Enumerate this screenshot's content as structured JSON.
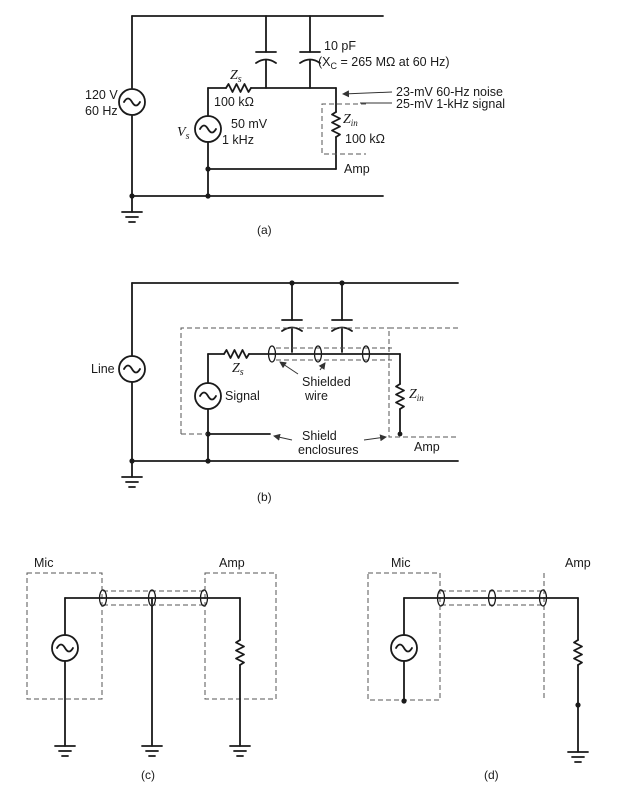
{
  "a": {
    "source_v": "120 V",
    "source_f": "60 Hz",
    "zs": "Z",
    "zs_sub": "s",
    "zs_val": "100 kΩ",
    "vs": "V",
    "vs_sub": "s",
    "vs_amp": "50 mV",
    "vs_f": "1 kHz",
    "cap_val": "10 pF",
    "xc_pre": "(X",
    "xc_sub": "C",
    "xc_post": " = 265 MΩ at 60 Hz)",
    "noise": "23-mV  60-Hz noise",
    "signal": "25-mV  1-kHz signal",
    "zin": "Z",
    "zin_sub": "in",
    "zin_val": "100 kΩ",
    "amp": "Amp",
    "caption": "(a)"
  },
  "b": {
    "line": "Line",
    "signal": "Signal",
    "zs": "Z",
    "zs_sub": "s",
    "zin": "Z",
    "zin_sub": "in",
    "shielded1": "Shielded",
    "shielded2": "wire",
    "enclosures1": "Shield",
    "enclosures2": "enclosures",
    "amp": "Amp",
    "caption": "(b)"
  },
  "c": {
    "mic": "Mic",
    "amp": "Amp",
    "caption": "(c)"
  },
  "d": {
    "mic": "Mic",
    "amp": "Amp",
    "caption": "(d)"
  }
}
